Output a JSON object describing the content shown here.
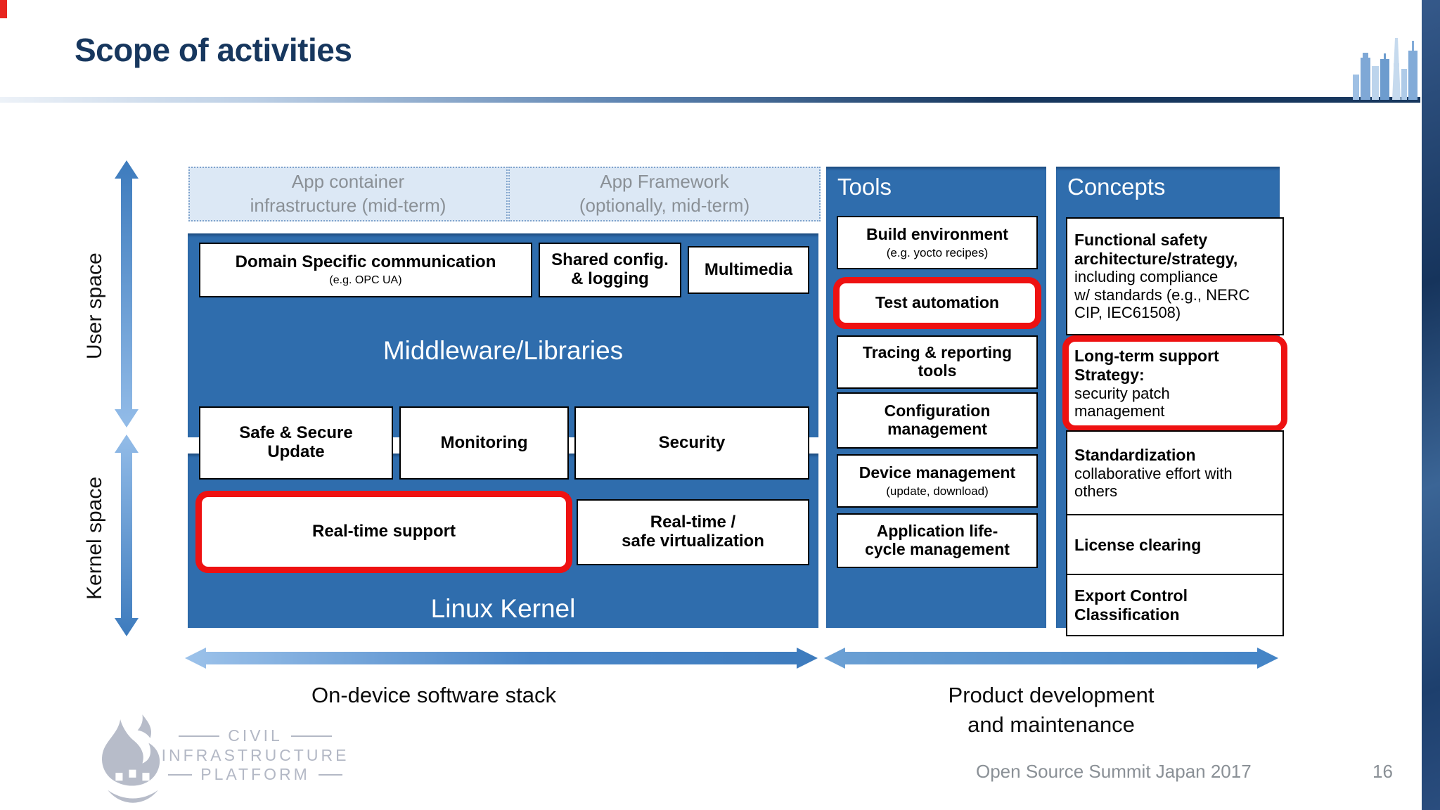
{
  "colors": {
    "primary_blue": "#2F6DAD",
    "navy_title": "#17375E",
    "highlight_red": "#EE1111",
    "app_box_fill": "#DCE8F5",
    "gray_text": "#8A9096",
    "logo_gray": "#B3B8C5"
  },
  "title": "Scope of activities",
  "space_labels": {
    "user": "User space",
    "kernel": "Kernel space"
  },
  "app_layer": {
    "container_box": "App container\ninfrastructure (mid-term)",
    "framework_box": "App Framework\n(optionally, mid-term)"
  },
  "middleware": {
    "label": "Middleware/Libraries",
    "domain_box": {
      "title": "Domain Specific communication",
      "subtitle": "(e.g. OPC UA)"
    },
    "shared_box": {
      "title": "Shared config.\n& logging"
    },
    "multimedia_box": {
      "title": "Multimedia"
    },
    "safe_update_box": {
      "title": "Safe & Secure\nUpdate"
    },
    "monitoring_box": {
      "title": "Monitoring"
    },
    "security_box": {
      "title": "Security"
    }
  },
  "kernel_layer": {
    "label": "Linux Kernel",
    "realtime_box": {
      "title": "Real-time support",
      "highlighted": true
    },
    "virtualization_box": {
      "title": "Real-time /\nsafe virtualization"
    }
  },
  "tools": {
    "header": "Tools",
    "items": [
      {
        "title": "Build environment",
        "subtitle": "(e.g. yocto recipes)"
      },
      {
        "title": "Test automation",
        "highlighted": true
      },
      {
        "title": "Tracing & reporting\ntools"
      },
      {
        "title": "Configuration\nmanagement"
      },
      {
        "title": "Device management",
        "subtitle": "(update, download)"
      },
      {
        "title": "Application life-\ncycle management"
      }
    ]
  },
  "concepts": {
    "header": "Concepts",
    "items": [
      {
        "bold": "Functional safety\narchitecture/strategy,",
        "rest": "including compliance\nw/ standards  (e.g., NERC\nCIP, IEC61508)"
      },
      {
        "bold": "Long-term support\nStrategy:",
        "rest": "security patch\nmanagement",
        "highlighted": true
      },
      {
        "bold": "Standardization",
        "rest": "collaborative effort with\nothers"
      },
      {
        "bold": "License clearing",
        "rest": ""
      },
      {
        "bold": "Export Control\nClassification",
        "rest": ""
      }
    ]
  },
  "bottom_labels": {
    "stack": "On-device software stack",
    "product": "Product development\nand maintenance"
  },
  "footer": {
    "event": "Open Source Summit Japan 2017",
    "page": "16"
  },
  "logo": {
    "line1": "CIVIL",
    "line2": "INFRASTRUCTURE",
    "line3": "PLATFORM"
  }
}
